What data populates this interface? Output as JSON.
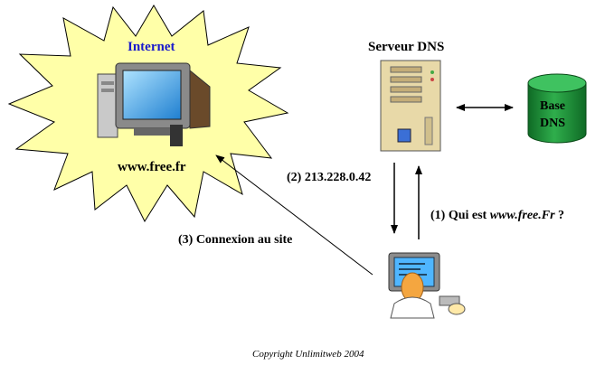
{
  "internet": {
    "title": "Internet",
    "host": "www.free.fr"
  },
  "dns_server": {
    "title": "Serveur DNS"
  },
  "database": {
    "line1": "Base",
    "line2": "DNS",
    "color": "#1f9a3c"
  },
  "steps": {
    "step1_prefix": "(1) Qui est ",
    "step1_domain": "www.free.Fr",
    "step1_suffix": " ?",
    "step2": "(2) 213.228.0.42",
    "step3": "(3) Connexion au site"
  },
  "footer": {
    "copyright": "Copyright Unlimitweb 2004"
  },
  "colors": {
    "burst_fill": "#ffffa8",
    "internet_label": "#1a1acc",
    "monitor_screen": "#4fb6ff"
  },
  "icons": [
    "computer-icon",
    "server-tower-icon",
    "database-icon",
    "user-at-computer-icon"
  ]
}
